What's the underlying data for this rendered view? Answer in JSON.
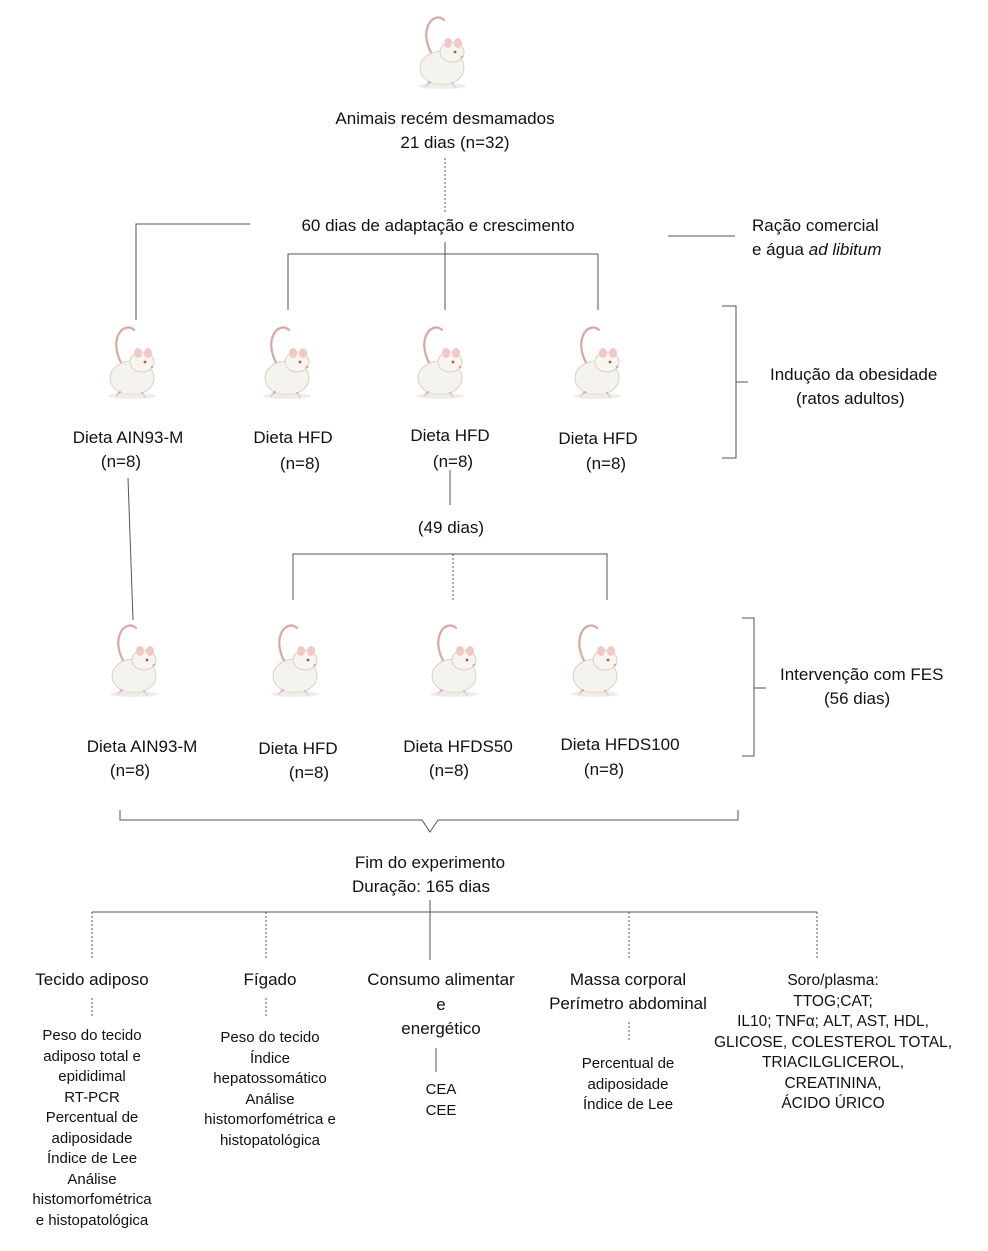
{
  "colors": {
    "text": "#111111",
    "line": "#555555",
    "rat_body": "#f5f3ee",
    "tail": "#d9a8a0"
  },
  "icons": {
    "rat": "white-rat-icon"
  },
  "start": {
    "line1": "Animais recém desmamados",
    "line2": "21 dias (n=32)"
  },
  "adaptation": {
    "label": "60 dias de adaptação e crescimento",
    "side_line1": "Ração comercial",
    "side_line2_prefix": "e água ",
    "side_line2_italic": "ad libitum"
  },
  "induction": {
    "side_line1": "Indução da obesidade",
    "side_line2": "(ratos adultos)",
    "groups": [
      {
        "name": "Dieta AIN93-M",
        "n": "(n=8)"
      },
      {
        "name": "Dieta HFD",
        "n": "(n=8)"
      },
      {
        "name": "Dieta HFD",
        "n": "(n=8)"
      },
      {
        "name": "Dieta HFD",
        "n": "(n=8)"
      }
    ],
    "duration": "(49 dias)"
  },
  "intervention": {
    "side_line1": "Intervenção com FES",
    "side_line2": "(56 dias)",
    "groups": [
      {
        "name": "Dieta AIN93-M",
        "n": "(n=8)"
      },
      {
        "name": "Dieta HFD",
        "n": "(n=8)"
      },
      {
        "name": "Dieta HFDS50",
        "n": "(n=8)"
      },
      {
        "name": "Dieta HFDS100",
        "n": "(n=8)"
      }
    ]
  },
  "end": {
    "line1": "Fim do experimento",
    "line2": "Duração: 165 dias"
  },
  "outcomes": [
    {
      "title": [
        "Tecido adiposo"
      ],
      "details": [
        "Peso do tecido",
        "adiposo total e",
        "epididimal",
        "RT-PCR",
        "Percentual de",
        "adiposidade",
        "Índice de Lee",
        "Análise",
        "histomorfométrica",
        "e histopatológica"
      ]
    },
    {
      "title": [
        "Fígado"
      ],
      "details": [
        "Peso do tecido",
        "Índice",
        "hepatossomático",
        "Análise",
        "histomorfométrica e",
        "histopatológica"
      ]
    },
    {
      "title": [
        "Consumo alimentar",
        "e",
        "energético"
      ],
      "details": [
        "CEA",
        "CEE"
      ]
    },
    {
      "title": [
        "Massa corporal",
        "Perímetro abdominal"
      ],
      "details": [
        "Percentual de",
        "adiposidade",
        "Índice de Lee"
      ]
    },
    {
      "title": [
        "Soro/plasma:",
        "TTOG;CAT;",
        "IL10; TNFα; ALT, AST, HDL,",
        "GLICOSE, COLESTEROL TOTAL,",
        "TRIACILGLICEROL,",
        "CREATININA,",
        "ÁCIDO ÚRICO"
      ],
      "details": []
    }
  ]
}
